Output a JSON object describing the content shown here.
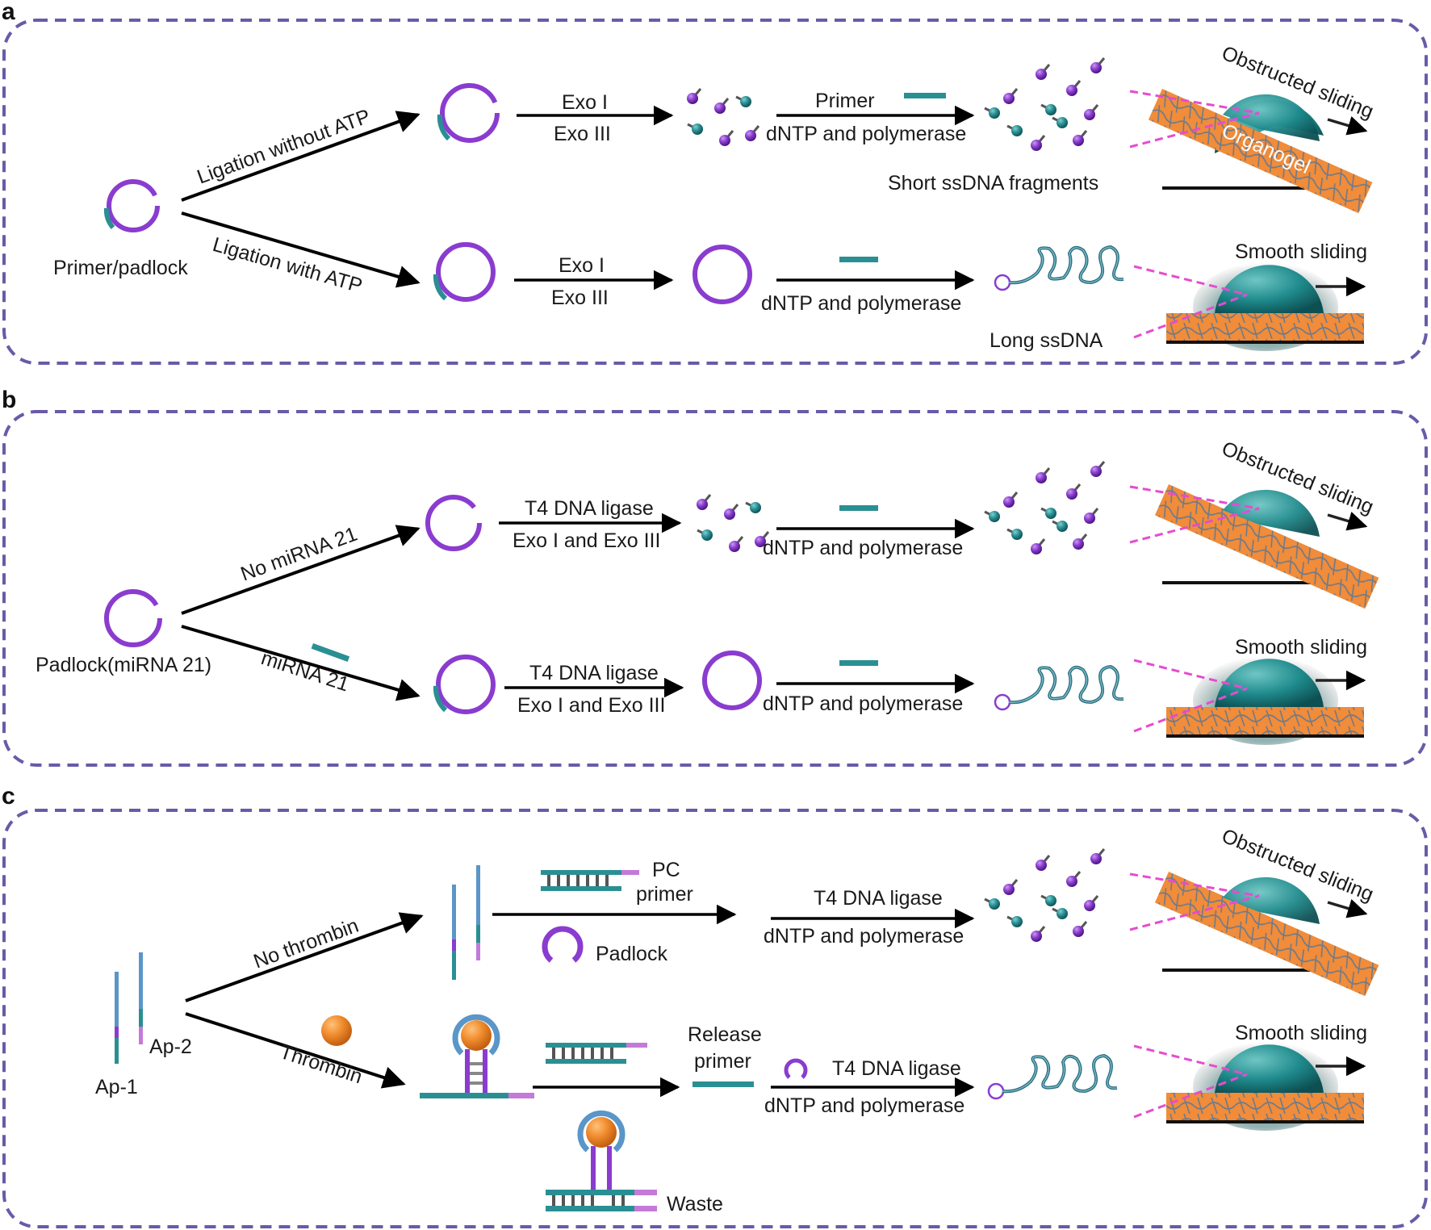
{
  "panels": {
    "a": {
      "letter": "a",
      "start_label": "Primer/padlock",
      "branch_top": "Ligation without ATP",
      "branch_bottom": "Ligation with ATP",
      "top_step1": [
        "Exo I",
        "Exo III"
      ],
      "top_step2": [
        "Primer",
        "dNTP and polymerase"
      ],
      "top_result": "Short ssDNA fragments",
      "bottom_step1": [
        "Exo I",
        "Exo III"
      ],
      "bottom_step2": "dNTP and polymerase",
      "bottom_result": "Long ssDNA",
      "slide_top": "Obstructed sliding",
      "slide_bottom": "Smooth sliding",
      "gel_label": "Organogel"
    },
    "b": {
      "letter": "b",
      "start_label": "Padlock(miRNA 21)",
      "branch_top": "No miRNA 21",
      "branch_bottom": "miRNA 21",
      "top_step1": [
        "T4 DNA ligase",
        "Exo I and Exo III"
      ],
      "top_step2": "dNTP and polymerase",
      "bottom_step1": [
        "T4 DNA ligase",
        "Exo I and Exo III"
      ],
      "bottom_step2": "dNTP and polymerase",
      "slide_top": "Obstructed sliding",
      "slide_bottom": "Smooth sliding"
    },
    "c": {
      "letter": "c",
      "ap1": "Ap-1",
      "ap2": "Ap-2",
      "branch_top": "No thrombin",
      "branch_bottom": "Thrombin",
      "pc_primer": [
        "PC",
        "primer"
      ],
      "padlock": "Padlock",
      "top_step2": [
        "T4 DNA ligase",
        "dNTP and polymerase"
      ],
      "release_primer": [
        "Release",
        "primer"
      ],
      "bottom_step2": [
        "T4 DNA ligase",
        "dNTP and polymerase"
      ],
      "waste": "Waste",
      "slide_top": "Obstructed sliding",
      "slide_bottom": "Smooth sliding"
    }
  },
  "colors": {
    "frame": "#6a5aa8",
    "purple": "#8a3ccf",
    "teal": "#2a8f93",
    "pink": "#e64ccf",
    "orange": "#f08c2e",
    "droplet": "#1f8a8c",
    "arrow": "#000000"
  }
}
